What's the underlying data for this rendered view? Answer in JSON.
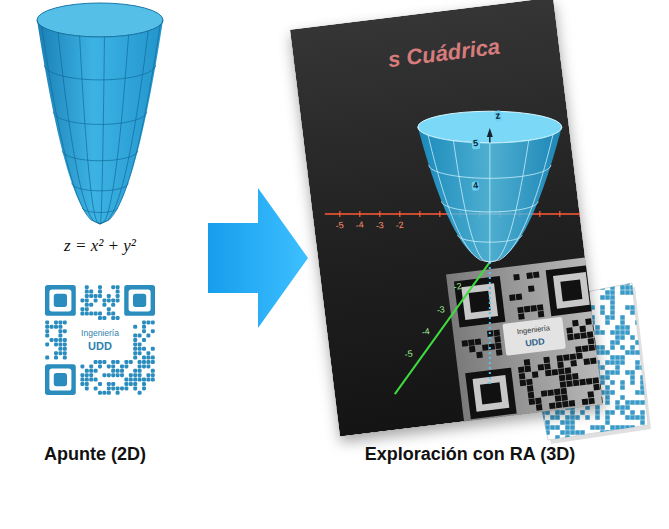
{
  "diagram": {
    "nodes": [
      {
        "text": [
          "Apunte (2D)"
        ]
      },
      {
        "text": [
          "Exploración con RA (3D)"
        ]
      }
    ],
    "edges": [
      {
        "from": 0,
        "to": 1,
        "arrow": "to"
      }
    ],
    "labels": [
      "z = x² + y²",
      "Ingeniería",
      "UDD",
      "s Cuádrica",
      "z",
      "5",
      "4",
      "-5",
      "-4",
      "-3",
      "-2",
      "-2",
      "-3",
      "-4",
      "-5",
      "Ingeniería",
      "UDD"
    ]
  }
}
